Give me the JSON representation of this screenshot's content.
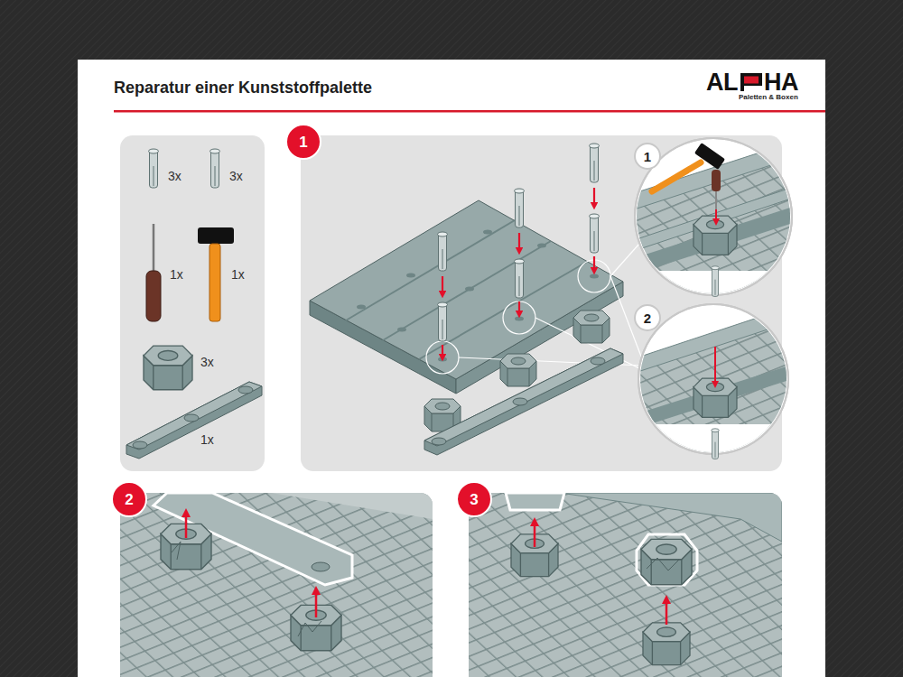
{
  "diagram": {
    "title": "Reparatur einer Kunststoffpalette",
    "labels": [
      "AL",
      "HA",
      "Paletten & Boxen",
      "3x",
      "3x",
      "1x",
      "1x",
      "3x",
      "1x",
      "1",
      "1",
      "2",
      "2",
      "3"
    ]
  }
}
